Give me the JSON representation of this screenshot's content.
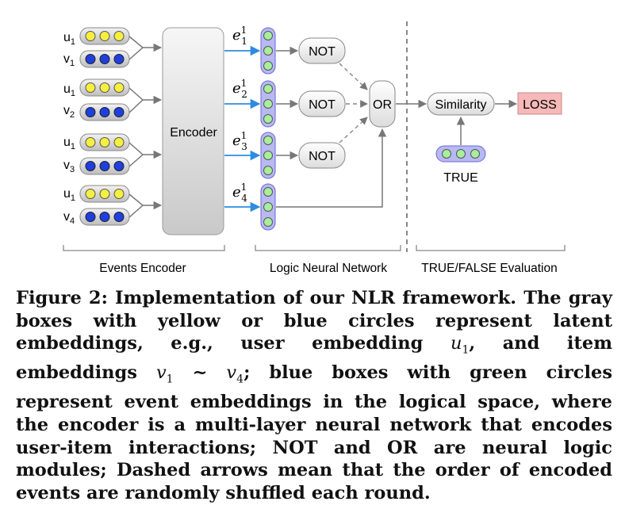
{
  "diagram": {
    "inputs": [
      {
        "user": "u",
        "user_sub": "1",
        "item": "v",
        "item_sub": "1"
      },
      {
        "user": "u",
        "user_sub": "1",
        "item": "v",
        "item_sub": "2"
      },
      {
        "user": "u",
        "user_sub": "1",
        "item": "v",
        "item_sub": "3"
      },
      {
        "user": "u",
        "user_sub": "1",
        "item": "v",
        "item_sub": "4"
      }
    ],
    "encoder_label": "Encoder",
    "event_labels": [
      {
        "base": "e",
        "sup": "1",
        "sub": "1"
      },
      {
        "base": "e",
        "sup": "1",
        "sub": "2"
      },
      {
        "base": "e",
        "sup": "1",
        "sub": "3"
      },
      {
        "base": "e",
        "sup": "1",
        "sub": "4"
      }
    ],
    "not_labels": [
      "NOT",
      "NOT",
      "NOT"
    ],
    "or_label": "OR",
    "similarity_label": "Similarity",
    "loss_label": "LOSS",
    "true_label": "TRUE",
    "section_labels": [
      "Events Encoder",
      "Logic Neural Network",
      "TRUE/FALSE Evaluation"
    ],
    "colors": {
      "yellow": "#f7ef3f",
      "blue": "#1f3fe0",
      "green": "#a8ee9c",
      "event_box": "#b8b8f2",
      "arrow_blue": "#2e8be0",
      "loss_fill": "#f6b8b8"
    }
  },
  "caption": {
    "part1": "Figure 2: Implementation of our NLR framework. The gray boxes with yellow or blue circles represent latent embeddings, e.g., user embedding ",
    "math1": "u",
    "math1_sub": "1",
    "part2": ", and item embeddings ",
    "math2": "v",
    "math2_sub": "1",
    "tilde": " ~ ",
    "math3": "v",
    "math3_sub": "4",
    "part3": "; blue boxes with green circles represent event embeddings in the logical space, where the encoder is a multi-layer neural network that encodes user-item interactions; NOT and OR are neural logic modules; Dashed arrows mean that the order of encoded events are randomly shuffled each round."
  }
}
